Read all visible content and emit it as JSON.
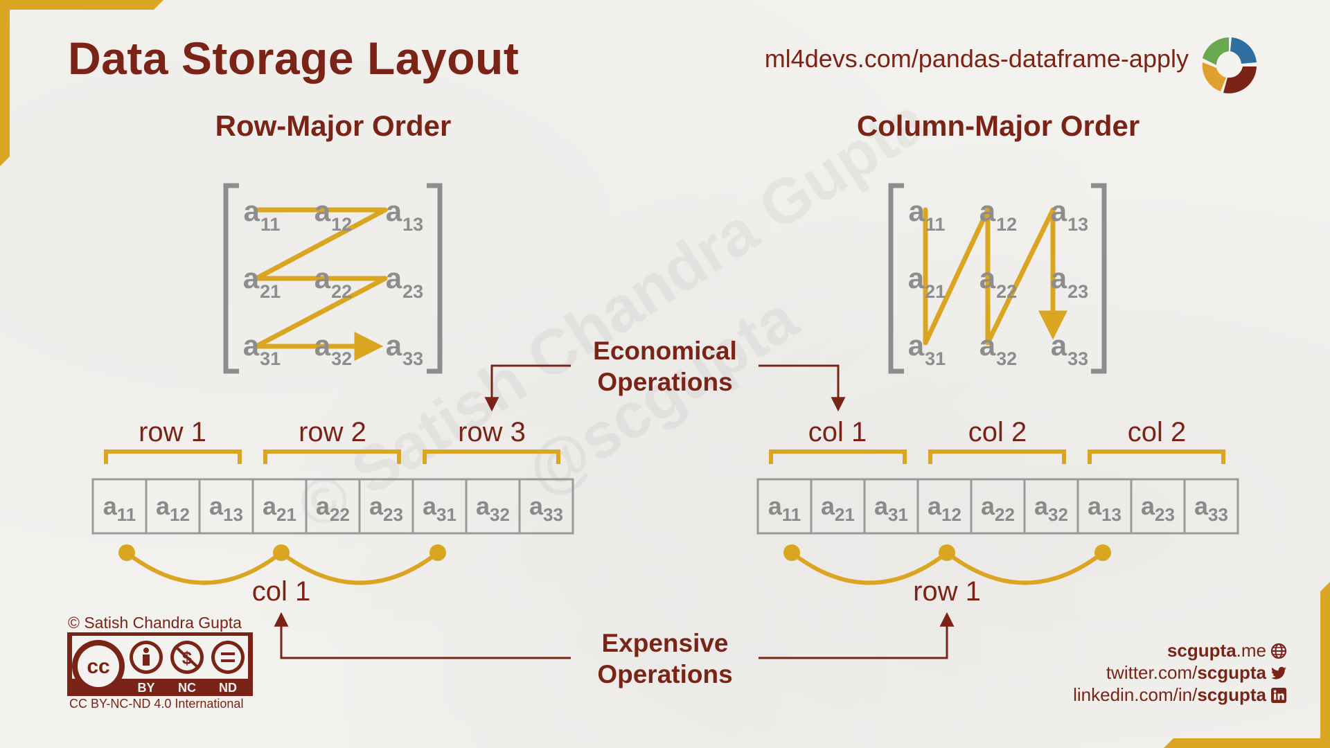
{
  "title": "Data Storage Layout",
  "url": "ml4devs.com/pandas-dataframe-apply",
  "row_major": {
    "heading": "Row-Major Order",
    "matrix": [
      [
        "11",
        "12",
        "13"
      ],
      [
        "21",
        "22",
        "23"
      ],
      [
        "31",
        "32",
        "33"
      ]
    ],
    "groups": [
      "row 1",
      "row 2",
      "row 3"
    ],
    "cells": [
      "11",
      "12",
      "13",
      "21",
      "22",
      "23",
      "31",
      "32",
      "33"
    ],
    "jump_label": "col 1"
  },
  "col_major": {
    "heading": "Column-Major Order",
    "matrix": [
      [
        "11",
        "12",
        "13"
      ],
      [
        "21",
        "22",
        "23"
      ],
      [
        "31",
        "32",
        "33"
      ]
    ],
    "groups": [
      "col 1",
      "col 2",
      "col 2"
    ],
    "cells": [
      "11",
      "21",
      "31",
      "12",
      "22",
      "32",
      "13",
      "23",
      "33"
    ],
    "jump_label": "row 1"
  },
  "economical": [
    "Economical",
    "Operations"
  ],
  "expensive": [
    "Expensive",
    "Operations"
  ],
  "element_symbol": "a",
  "watermark": [
    "© Satish Chandra Gupta",
    "@scgupta"
  ],
  "copyright": "© Satish Chandra Gupta",
  "license": {
    "cc": "cc",
    "by": "BY",
    "nc": "NC",
    "nd": "ND",
    "caption": "CC BY-NC-ND 4.0 International"
  },
  "social": [
    {
      "prefix": "",
      "bold": "scgupta",
      "suffix": ".me",
      "icon": "globe-icon"
    },
    {
      "prefix": "twitter.com/",
      "bold": "scgupta",
      "suffix": "",
      "icon": "twitter-icon"
    },
    {
      "prefix": "linkedin.com/in/",
      "bold": "scgupta",
      "suffix": "",
      "icon": "linkedin-icon"
    }
  ],
  "colors": {
    "maroon": "#7a2418",
    "gold": "#daa520",
    "gray": "#8d8d8d",
    "logo_green": "#6aa84f",
    "logo_blue": "#2f6f9f",
    "logo_orange": "#e0a030"
  }
}
